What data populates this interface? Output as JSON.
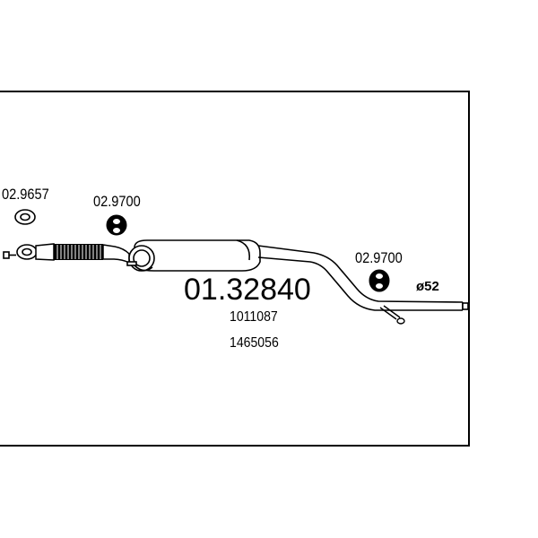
{
  "part": {
    "number": "01.32840",
    "oe_refs": [
      "1011087",
      "1465056"
    ]
  },
  "accessories": [
    {
      "code": "02.9657",
      "kind": "gasket"
    },
    {
      "code": "02.9700",
      "kind": "rubber-mount"
    },
    {
      "code": "02.9700",
      "kind": "rubber-mount"
    }
  ],
  "pipe": {
    "diameter_label": "ø52"
  },
  "colors": {
    "line": "#000000",
    "background": "#ffffff"
  }
}
